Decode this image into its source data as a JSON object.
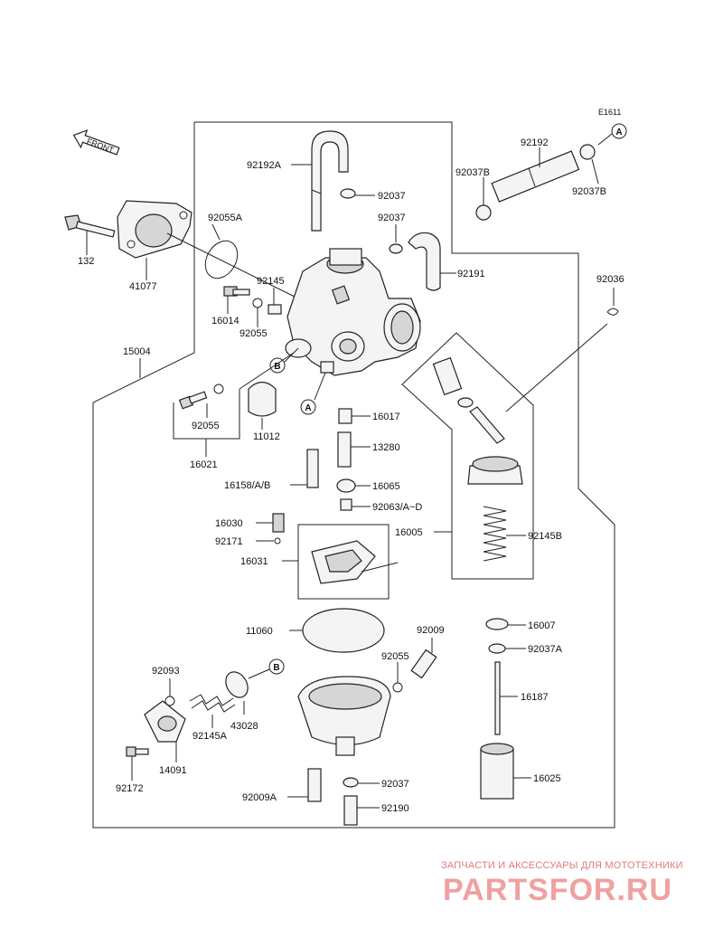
{
  "diagram_code": "E1611",
  "front_label": "FRONT",
  "ref_markers": {
    "a": "A",
    "b": "B"
  },
  "parts": {
    "p92192A": "92192A",
    "p92037_a": "92037",
    "p92037_b": "92037",
    "p92191": "92191",
    "p92192": "92192",
    "p92037B_l": "92037B",
    "p92037B_r": "92037B",
    "p92055A": "92055A",
    "p92145": "92145",
    "p132": "132",
    "p41077": "41077",
    "p16014": "16014",
    "p92055_a": "92055",
    "p92036": "92036",
    "p15004": "15004",
    "p92055_b": "92055",
    "p11012": "11012",
    "p16021": "16021",
    "p16017": "16017",
    "p13280": "13280",
    "p16158": "16158/A/B",
    "p16065": "16065",
    "p92063": "92063/A~D",
    "p16030": "16030",
    "p92171": "92171",
    "p16031": "16031",
    "p16005": "16005",
    "p92145B": "92145B",
    "p11060": "11060",
    "p92009": "92009",
    "p16007": "16007",
    "p92037A": "92037A",
    "p92093": "92093",
    "p92055_c": "92055",
    "p43028": "43028",
    "p16187": "16187",
    "p92145A": "92145A",
    "p14091": "14091",
    "p92172": "92172",
    "p92037_c": "92037",
    "p92009A": "92009A",
    "p92190": "92190",
    "p16025": "16025"
  },
  "watermark": {
    "tagline": "ЗАПЧАСТИ И АКСЕССУАРЫ ДЛЯ МОТОТЕХНИКИ",
    "logo": "PARTSFOR.RU"
  },
  "colors": {
    "line": "#222222",
    "watermark": "#f0a0a0"
  }
}
